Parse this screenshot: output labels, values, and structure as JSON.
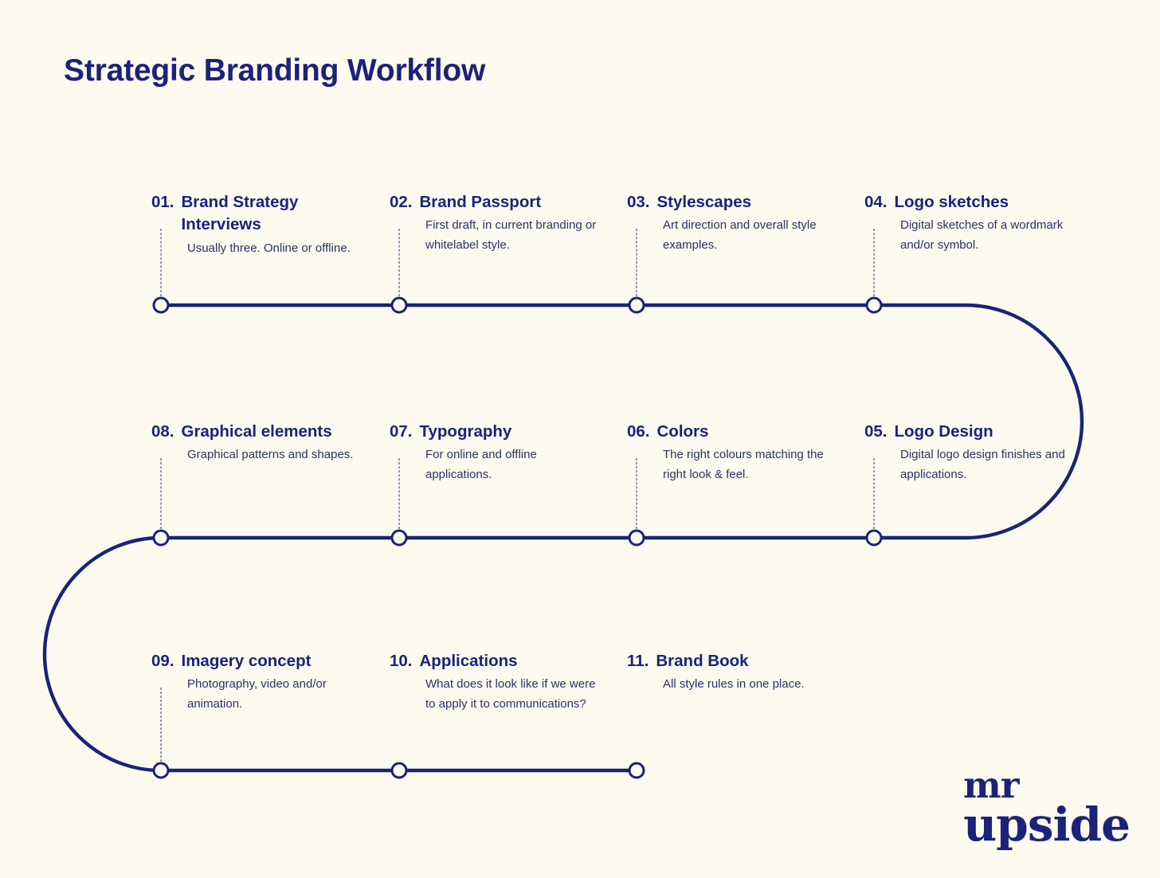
{
  "page": {
    "title": "Strategic Branding Workflow",
    "background_color": "#FDFBF0",
    "accent_color": "#1B2279"
  },
  "logo": {
    "line1": "mr",
    "line2": "upside"
  },
  "steps": [
    {
      "number": "01.",
      "title": "Brand Strategy Interviews",
      "description": "Usually three. Online or offline.",
      "row": 1,
      "column": 1
    },
    {
      "number": "02.",
      "title": "Brand Passport",
      "description": "First draft, in current branding or whitelabel style.",
      "row": 1,
      "column": 2
    },
    {
      "number": "03.",
      "title": "Stylescapes",
      "description": "Art direction and overall style examples.",
      "row": 1,
      "column": 3
    },
    {
      "number": "04.",
      "title": "Logo sketches",
      "description": "Digital sketches of a wordmark and/or symbol.",
      "row": 1,
      "column": 4
    },
    {
      "number": "08.",
      "title": "Graphical elements",
      "description": "Graphical patterns and shapes.",
      "row": 2,
      "column": 1
    },
    {
      "number": "07.",
      "title": "Typography",
      "description": "For online and offline applications.",
      "row": 2,
      "column": 2
    },
    {
      "number": "06.",
      "title": "Colors",
      "description": "The right colours matching the right look & feel.",
      "row": 2,
      "column": 3
    },
    {
      "number": "05.",
      "title": "Logo Design",
      "description": "Digital logo design finishes and applications.",
      "row": 2,
      "column": 4
    },
    {
      "number": "09.",
      "title": "Imagery concept",
      "description": "Photography, video and/or animation.",
      "row": 3,
      "column": 1
    },
    {
      "number": "10.",
      "title": "Applications",
      "description": "What does it look like if we were to apply it to communications?",
      "row": 3,
      "column": 2
    },
    {
      "number": "11.",
      "title": "Brand Book",
      "description": "All style rules in one place.",
      "row": 3,
      "column": 3
    }
  ]
}
